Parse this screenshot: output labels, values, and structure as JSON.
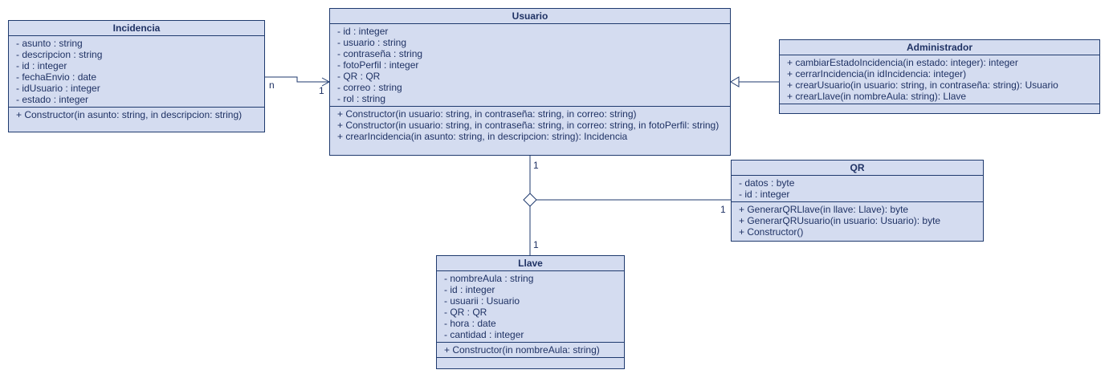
{
  "classes": {
    "incidencia": {
      "name": "Incidencia",
      "attributes": [
        "- asunto : string",
        "- descripcion : string",
        "- id : integer",
        "- fechaEnvio : date",
        "- idUsuario : integer",
        "- estado : integer"
      ],
      "methods": [
        "+ Constructor(in asunto: string, in descripcion: string)"
      ]
    },
    "usuario": {
      "name": "Usuario",
      "attributes": [
        "- id : integer",
        "- usuario : string",
        "- contraseña : string",
        "- fotoPerfil : integer",
        "- QR : QR",
        "- correo : string",
        "- rol : string"
      ],
      "methods": [
        "+ Constructor(in usuario: string, in contraseña: string, in correo: string)",
        "+ Constructor(in usuario: string, in contraseña: string, in correo: string, in fotoPerfil: string)",
        "+ crearIncidencia(in asunto: string, in descripcion: string): Incidencia"
      ]
    },
    "administrador": {
      "name": "Administrador",
      "attributes": [],
      "methods": [
        "+ cambiarEstadoIncidencia(in estado: integer): integer",
        "+ cerrarIncidencia(in idIncidencia: integer)",
        "+ crearUsuario(in usuario: string, in contraseña: string): Usuario",
        "+ crearLlave(in nombreAula: string): Llave"
      ]
    },
    "qr": {
      "name": "QR",
      "attributes": [
        "- datos : byte",
        "- id : integer"
      ],
      "methods": [
        "+ GenerarQRLlave(in llave: Llave): byte",
        "+ GenerarQRUsuario(in usuario: Usuario): byte",
        "+ Constructor()"
      ]
    },
    "llave": {
      "name": "Llave",
      "attributes": [
        "- nombreAula : string",
        "- id : integer",
        "- usuarii : Usuario",
        "- QR : QR",
        "- hora : date",
        "- cantidad : integer"
      ],
      "methods": [
        "+ Constructor(in nombreAula: string)"
      ]
    }
  },
  "multiplicities": {
    "incidencia_n": "n",
    "usuario_1_incidencia": "1",
    "usuario_1_ternary": "1",
    "qr_1": "1",
    "llave_1": "1"
  },
  "colors": {
    "class_fill": "#d4dcf0",
    "border": "#1f3a6e",
    "text": "#1f3264"
  }
}
